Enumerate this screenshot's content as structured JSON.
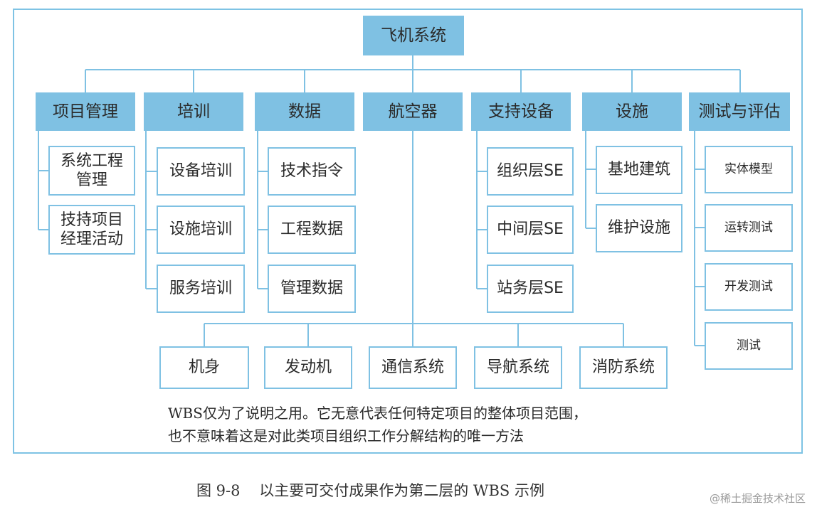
{
  "root": "飞机系统",
  "branches": [
    {
      "label": "项目管理",
      "children": [
        "系统工程\n管理",
        "技持项目\n经理活动"
      ]
    },
    {
      "label": "培训",
      "children": [
        "设备培训",
        "设施培训",
        "服务培训"
      ]
    },
    {
      "label": "数据",
      "children": [
        "技术指令",
        "工程数据",
        "管理数据"
      ]
    },
    {
      "label": "航空器",
      "children": [
        "机身",
        "发动机",
        "通信系统",
        "导航系统",
        "消防系统"
      ]
    },
    {
      "label": "支持设备",
      "children": [
        "组织层SE",
        "中间层SE",
        "站务层SE"
      ]
    },
    {
      "label": "设施",
      "children": [
        "基地建筑",
        "维护设施"
      ]
    },
    {
      "label": "测试与评估",
      "children": [
        "实体模型",
        "运转测试",
        "开发测试",
        "测试"
      ]
    }
  ],
  "note": "WBS仅为了说明之用。它无意代表任何特定项目的整体项目范围，\n也不意味着这是对此类项目组织工作分解结构的唯一方法",
  "caption": "图 9-8    以主要可交付成果作为第二层的 WBS 示例",
  "watermark": "@稀土掘金技术社区",
  "colors": {
    "head_fill": "#7fc1e3",
    "border": "#7ec3e4",
    "line": "#7fc1e3"
  }
}
